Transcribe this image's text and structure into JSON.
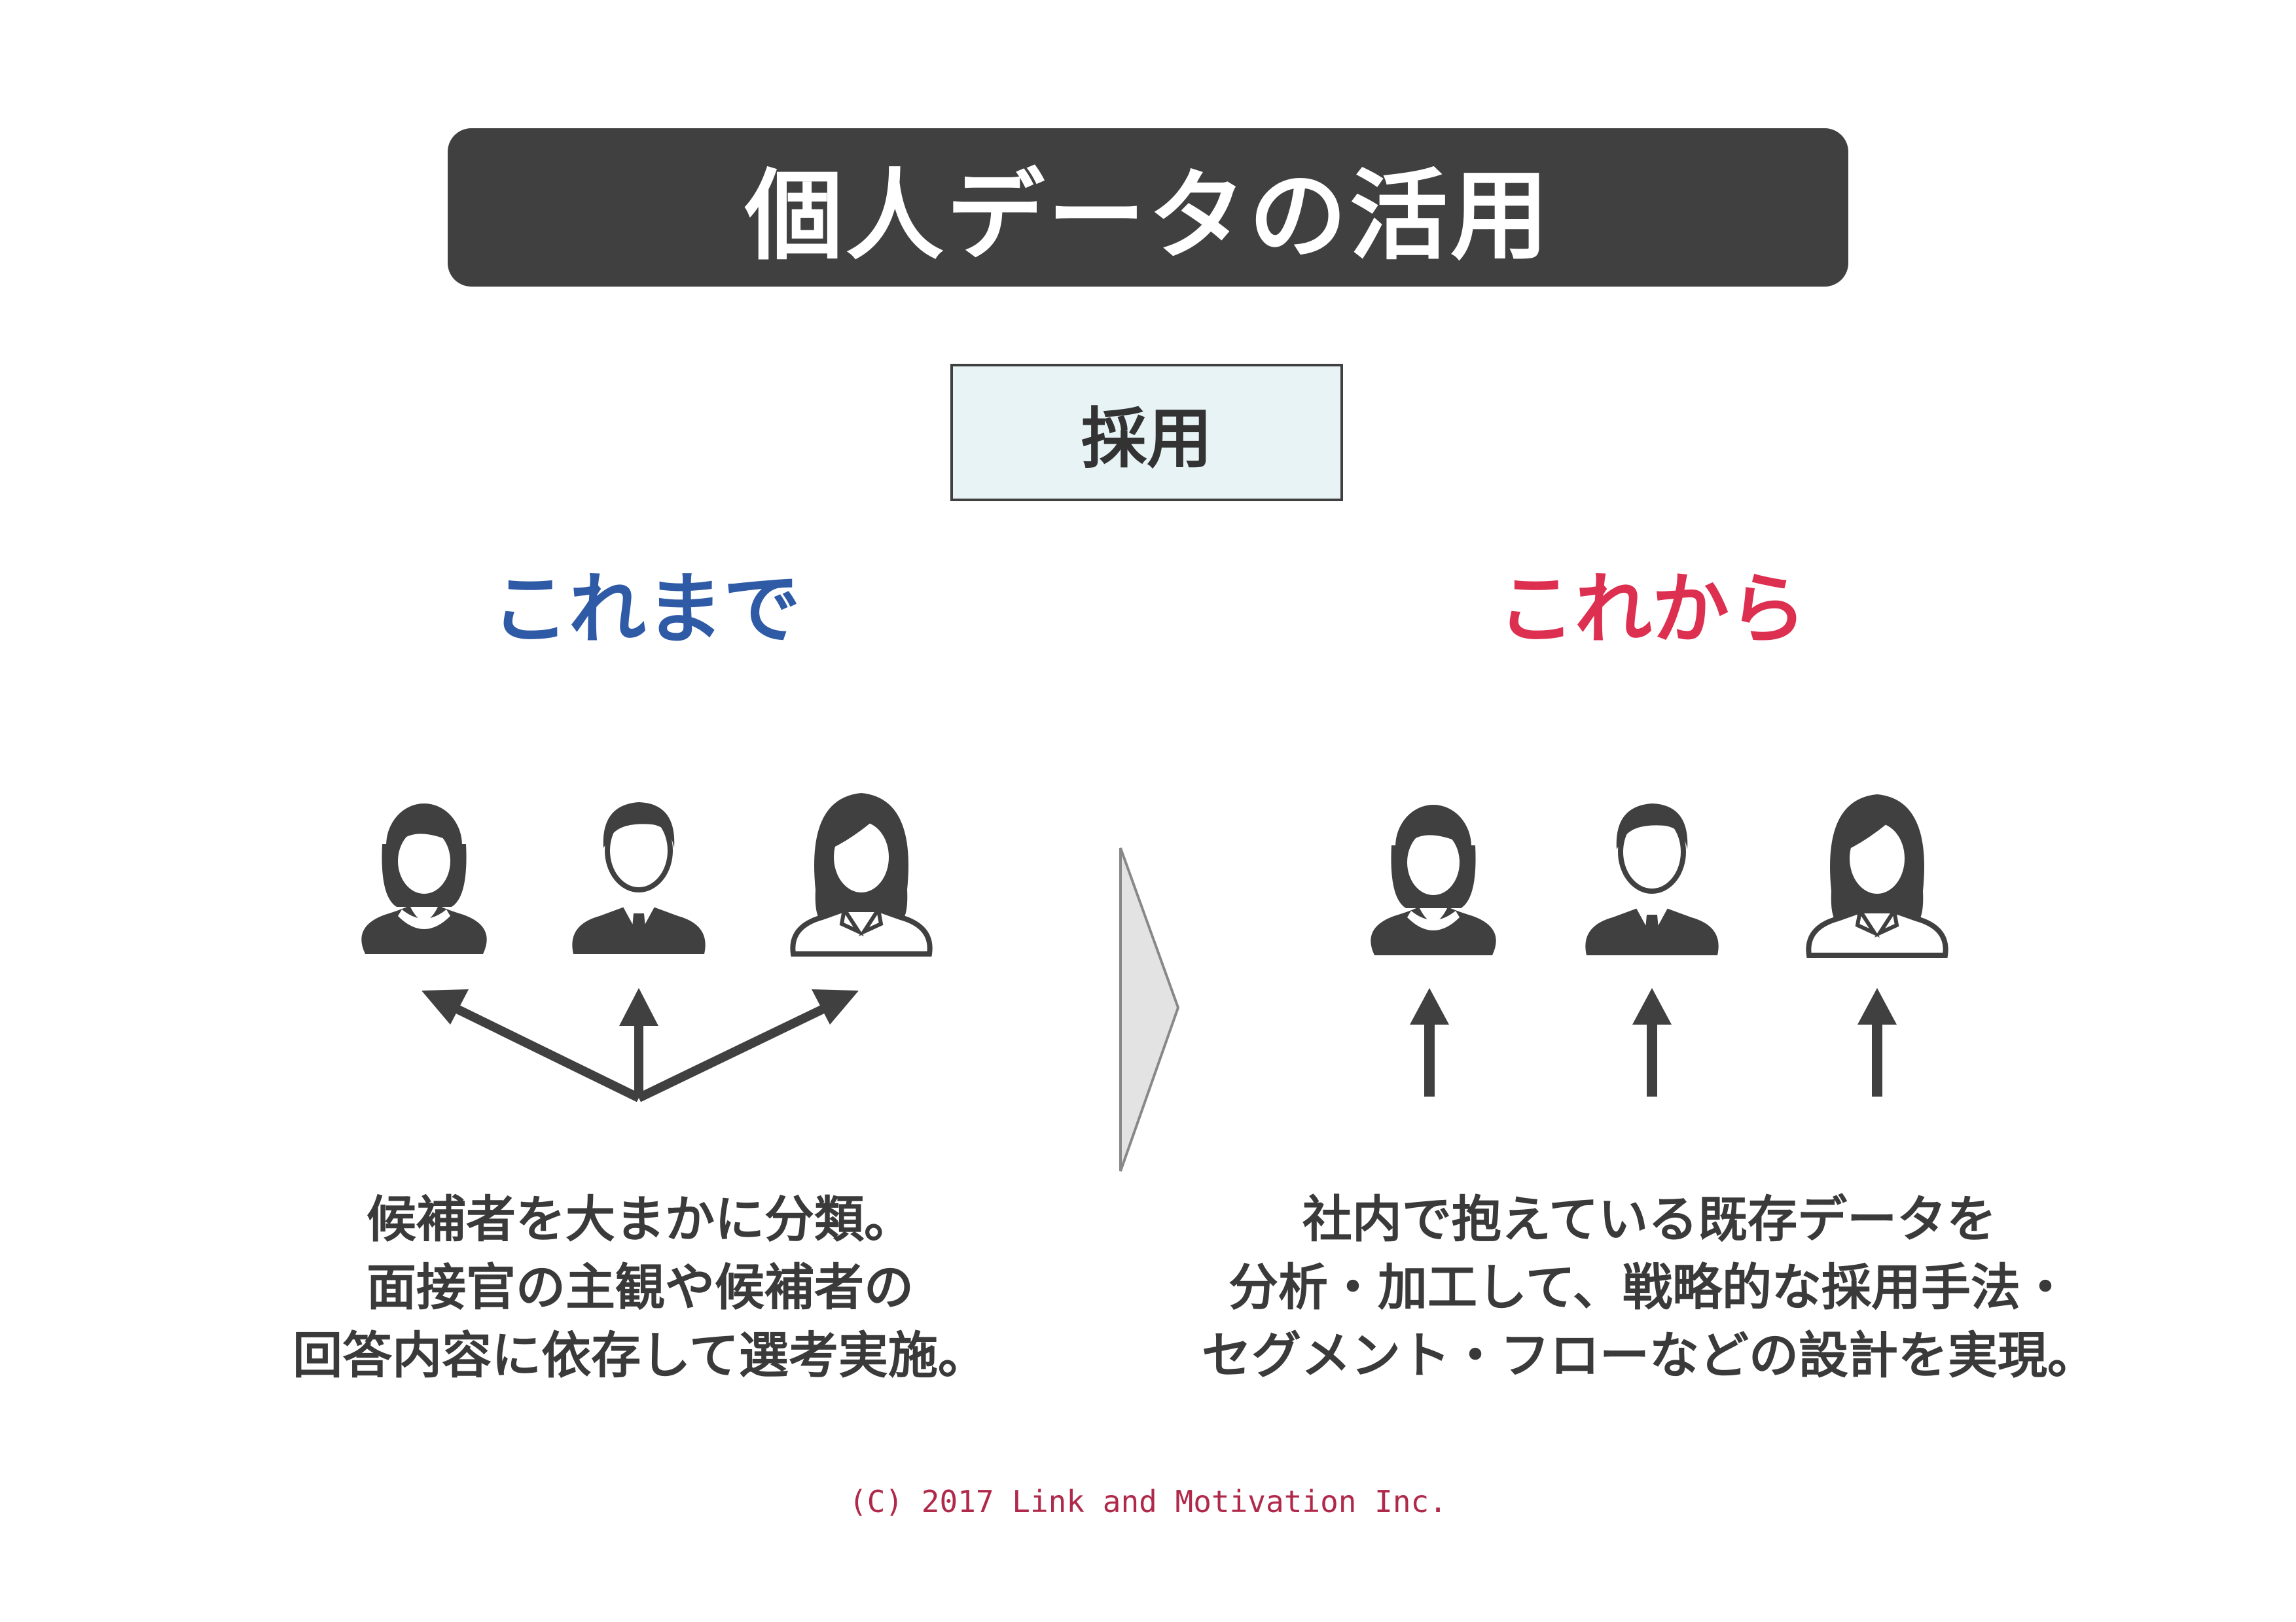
{
  "title": "個人データの活用",
  "subject": "採用",
  "before": {
    "heading": "これまで",
    "caption": [
      "候補者を大まかに分類。",
      "面接官の主観や候補者の",
      "回答内容に依存して選考実施。"
    ]
  },
  "after": {
    "heading": "これから",
    "caption": [
      "社内で抱えている既存データを",
      "分析・加工して、戦略的な採用手法・",
      "セグメント・フローなどの設計を実現。"
    ]
  },
  "copyright": "(C) 2017 Link and Motivation Inc.",
  "icons": [
    "woman-short-hair-icon",
    "businessman-icon",
    "woman-long-hair-icon"
  ],
  "colors": {
    "title_bg": "#404040",
    "subject_bg": "#e7f3f5",
    "before_heading": "#2e5aa6",
    "after_heading": "#dd2f4f",
    "copyright": "#b0294a"
  }
}
